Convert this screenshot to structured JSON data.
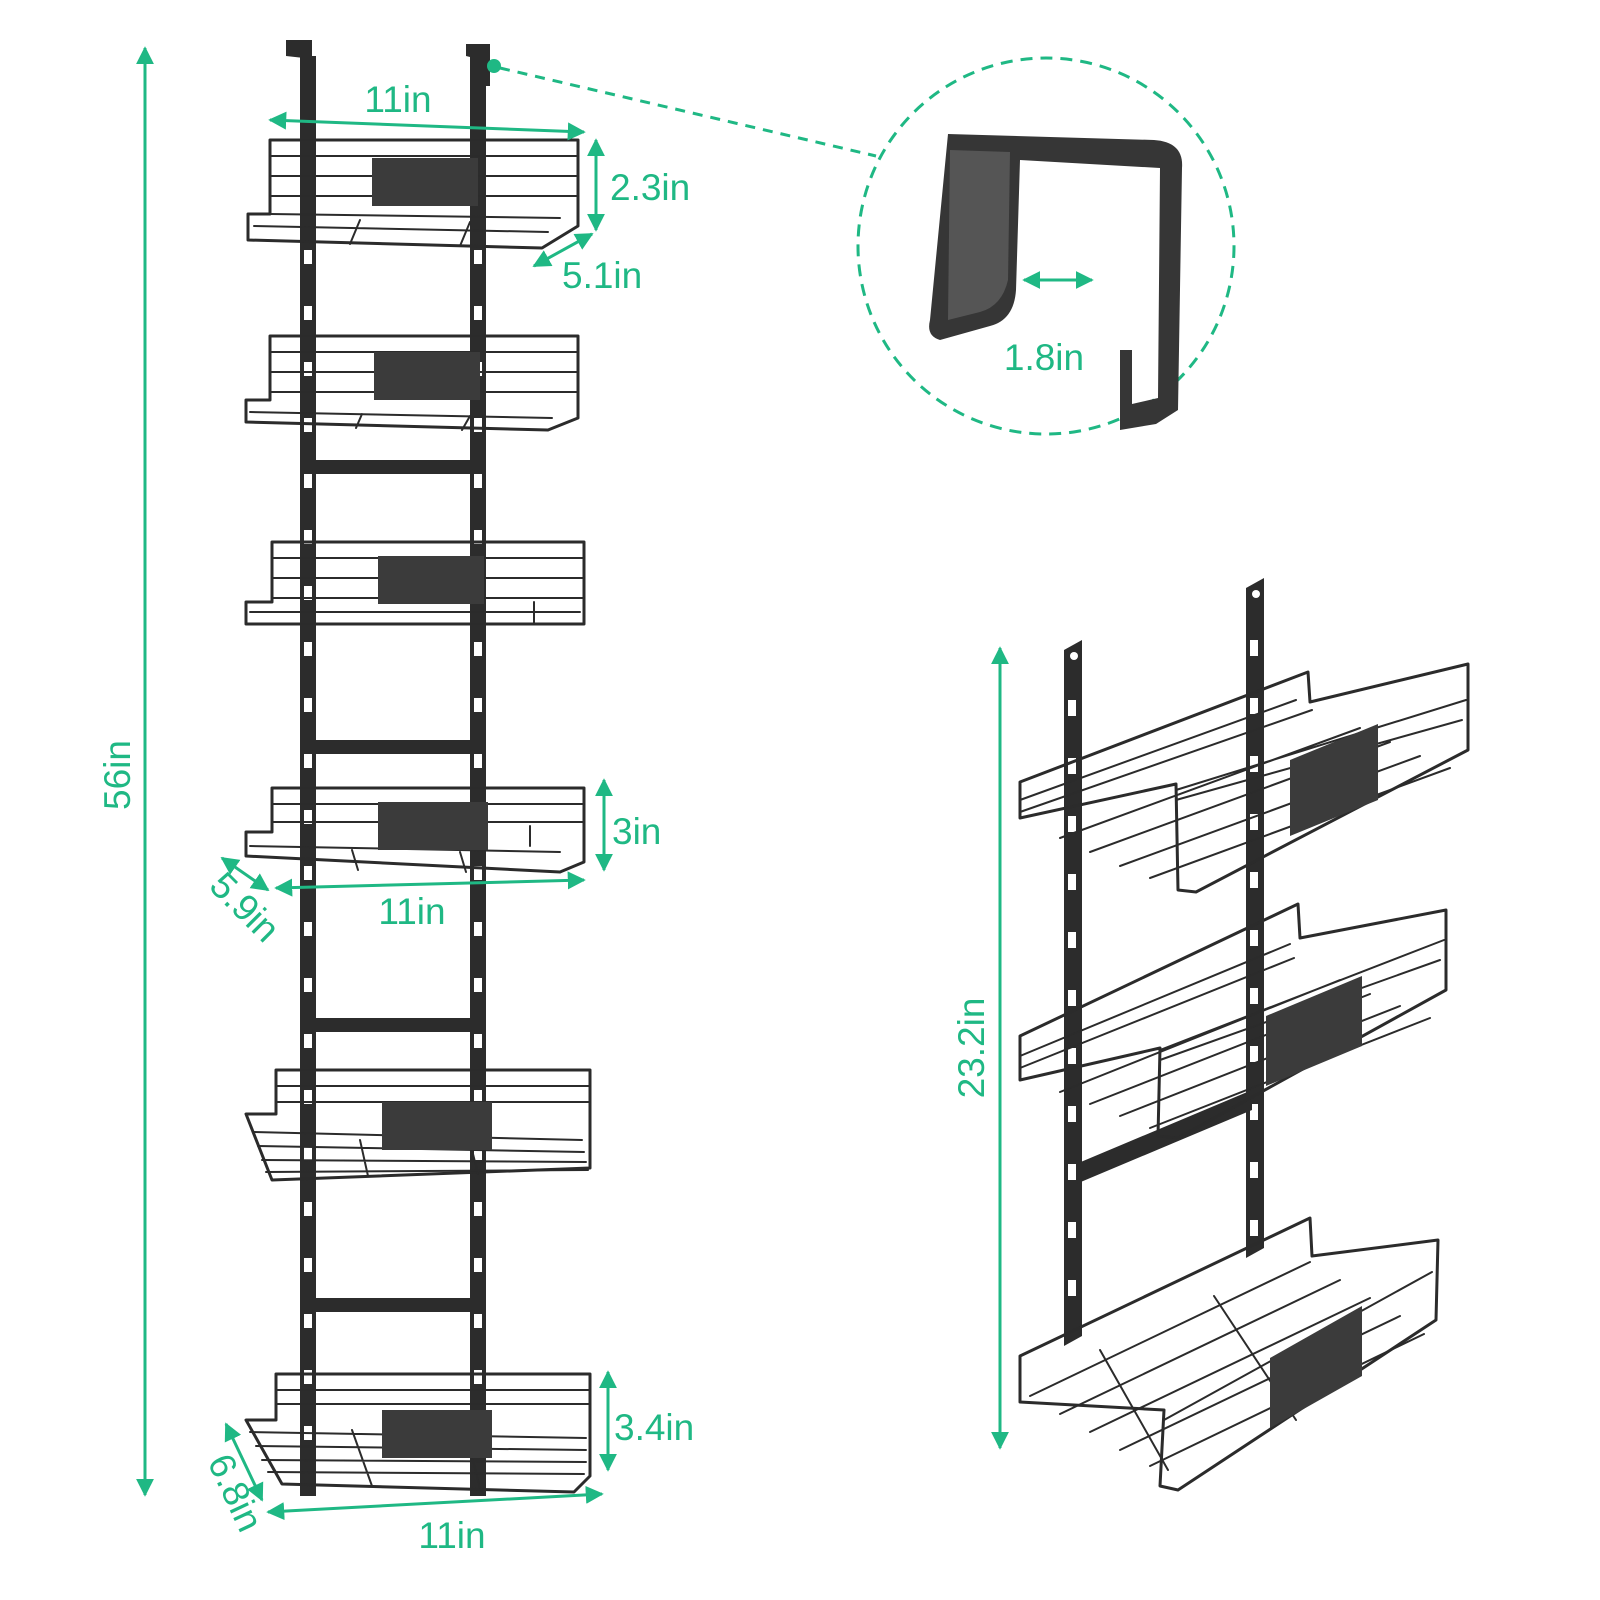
{
  "colors": {
    "accent": "#1fb884",
    "frame": "#2b2b2b",
    "background": "#ffffff"
  },
  "dimensions": {
    "total_height": "56in",
    "top_width": "11in",
    "top_basket_height": "2.3in",
    "top_basket_depth": "5.1in",
    "hook_gap": "1.8in",
    "middle_basket_height": "3in",
    "middle_basket_depth": "5.9in",
    "middle_basket_width": "11in",
    "bottom_basket_height": "3.4in",
    "bottom_basket_depth": "6.8in",
    "bottom_basket_width": "11in",
    "small_unit_height": "23.2in"
  }
}
